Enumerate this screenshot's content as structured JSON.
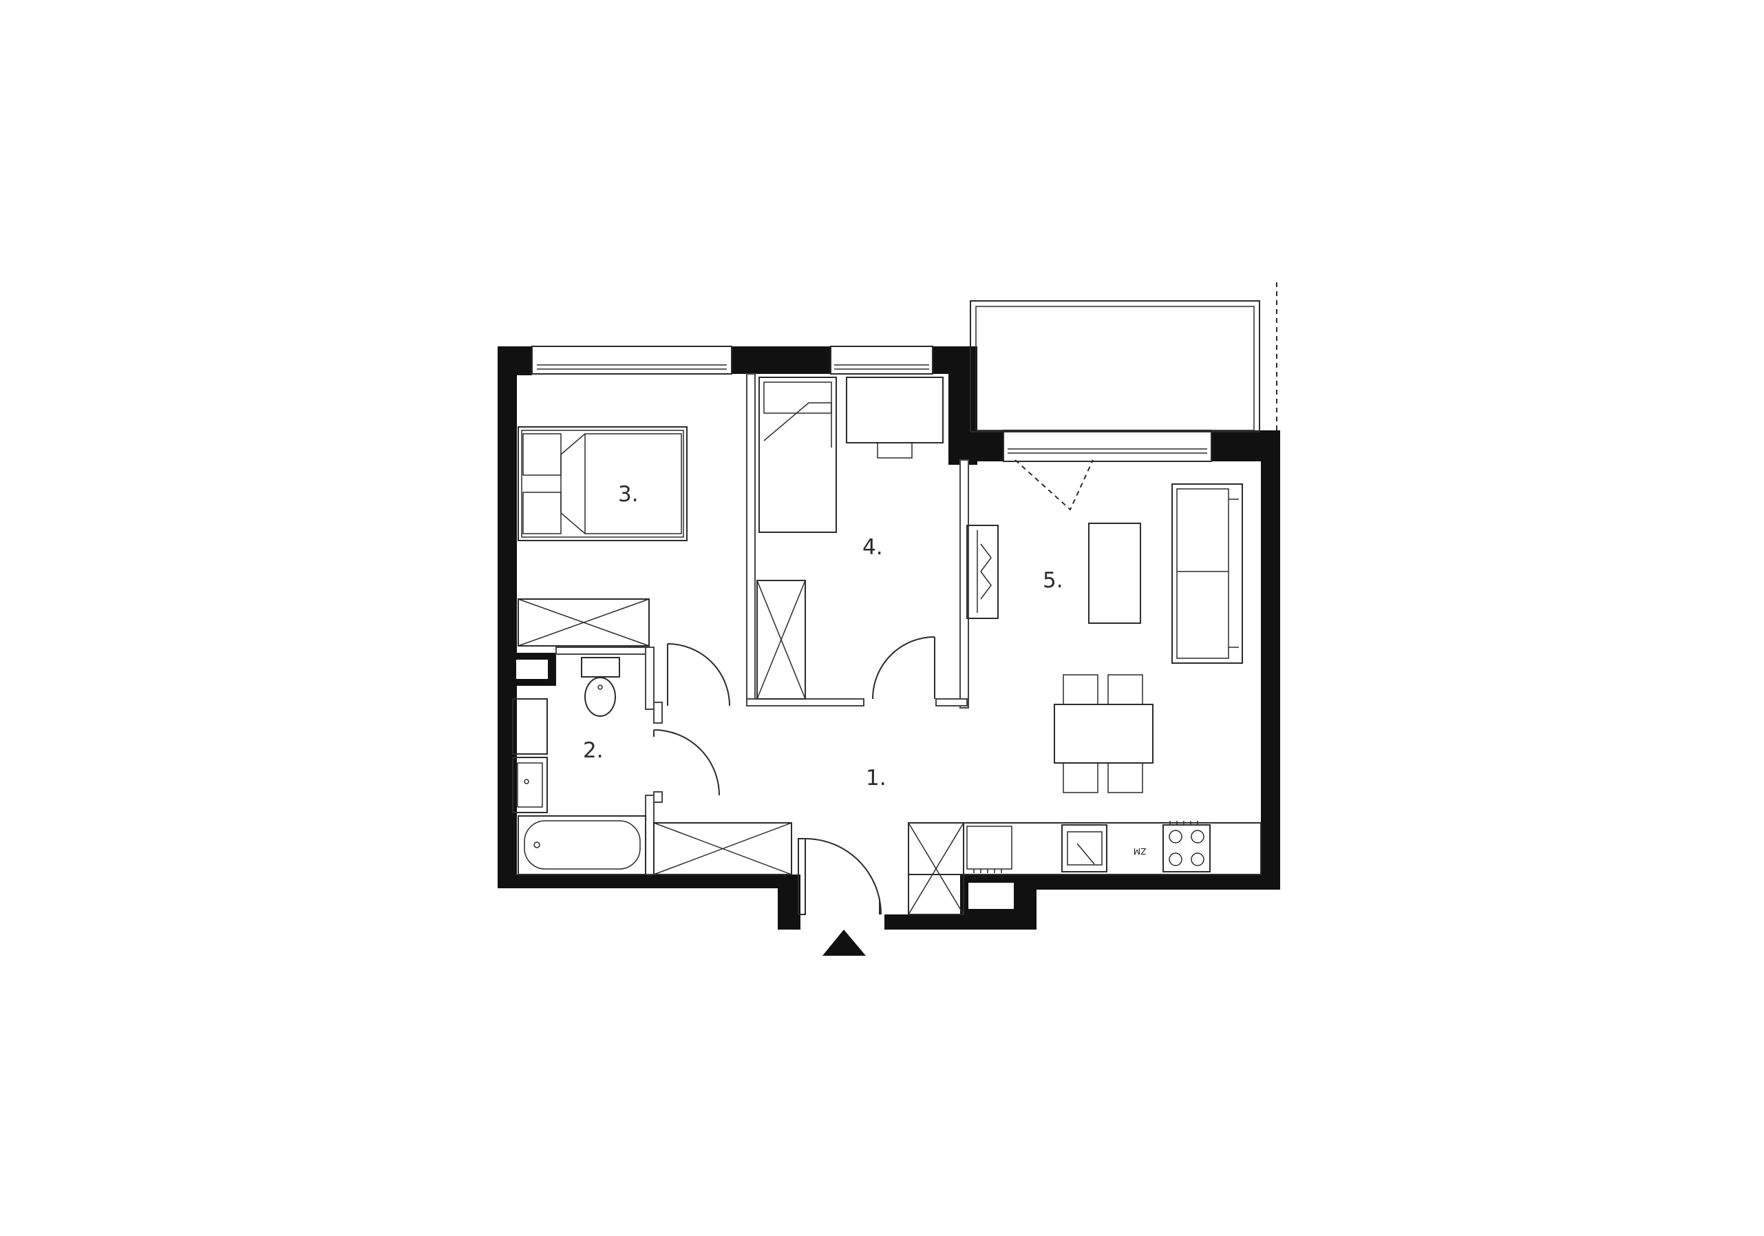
{
  "rooms": [
    {
      "id": "hall",
      "label": "1."
    },
    {
      "id": "bathroom",
      "label": "2."
    },
    {
      "id": "bedroom-large",
      "label": "3."
    },
    {
      "id": "bedroom-small",
      "label": "4."
    },
    {
      "id": "living-kitchen",
      "label": "5."
    }
  ],
  "appliance_labels": {
    "dishwasher": "ZM"
  },
  "icons": {
    "entrance": "entrance-arrow-icon"
  },
  "colors": {
    "wall": "#111111",
    "line": "#2b2b2b",
    "background": "#ffffff"
  }
}
